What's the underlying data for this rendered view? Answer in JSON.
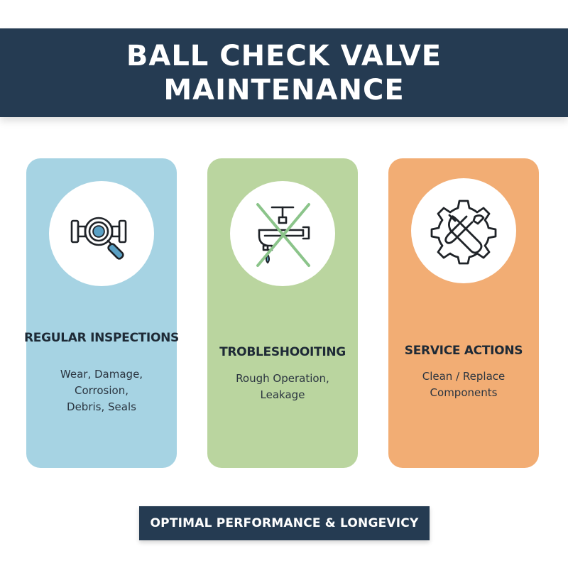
{
  "header": {
    "title_line1": "BALL CHECK VALVE",
    "title_line2": "MAINTENANCE"
  },
  "cards": [
    {
      "title": "REGULAR INSPECTIONS",
      "icon": "magnifier-valve-icon",
      "description": [
        "Wear, Damage,",
        "Corrosion,",
        "Debris, Seals"
      ],
      "color": "#a6d3e3"
    },
    {
      "title": "TROBLESHOOITING",
      "icon": "crossed-faucet-icon",
      "description": [
        "Rough Operation,",
        "Leakage"
      ],
      "color": "#bad59f"
    },
    {
      "title": "SERVICE ACTIONS",
      "icon": "gear-wrench-icon",
      "description": [
        "Clean / Replace",
        "Components"
      ],
      "color": "#f2ad74"
    }
  ],
  "footer": {
    "label": "OPTIMAL PERFORMANCE & LONGEVICY"
  },
  "colors": {
    "banner": "#253b52",
    "accent_blue": "#5aa0c4",
    "accent_green": "#8bc48a"
  }
}
